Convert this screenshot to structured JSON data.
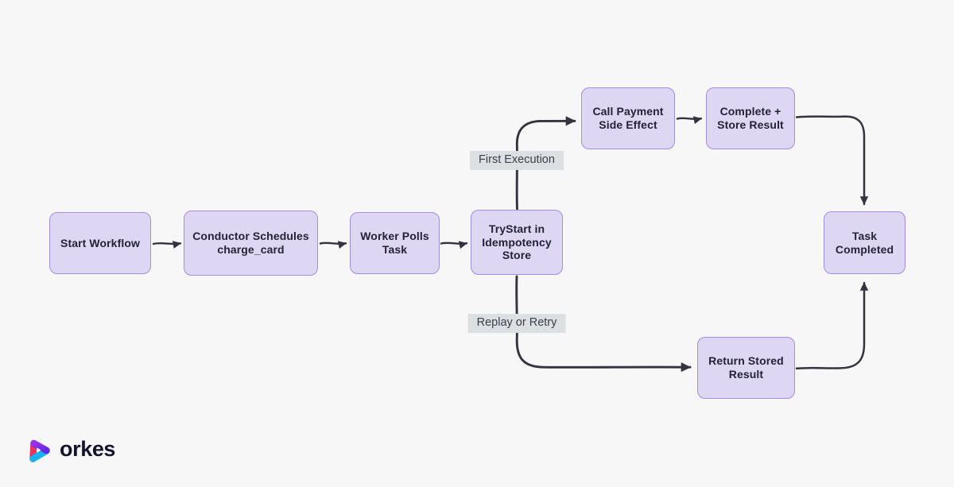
{
  "diagram": {
    "nodes": [
      {
        "id": "start-workflow",
        "label": "Start Workflow"
      },
      {
        "id": "conductor-schedules",
        "label": "Conductor Schedules\ncharge_card"
      },
      {
        "id": "worker-polls-task",
        "label": "Worker Polls\nTask"
      },
      {
        "id": "trystart-idempotency",
        "label": "TryStart in\nIdempotency\nStore"
      },
      {
        "id": "call-payment",
        "label": "Call Payment\nSide Effect"
      },
      {
        "id": "complete-store",
        "label": "Complete +\nStore Result"
      },
      {
        "id": "task-completed",
        "label": "Task\nCompleted"
      },
      {
        "id": "return-stored",
        "label": "Return Stored\nResult"
      }
    ],
    "edge_labels": [
      {
        "id": "first-execution",
        "label": "First Execution"
      },
      {
        "id": "replay-or-retry",
        "label": "Replay or Retry"
      }
    ],
    "colors": {
      "background": "#f7f7f8",
      "node_fill": "#ddd7f3",
      "node_border": "#a48ce1",
      "node_text": "#232338",
      "edge_stroke": "#34333f",
      "edge_label_bg": "#dce0e3",
      "edge_label_text": "#39404a"
    }
  },
  "branding": {
    "logo_text": "orkes",
    "logo_icon": "orkes-triangle-icon",
    "logo_colors": {
      "pink": "#e8345e",
      "purple": "#7a2be0",
      "cyan": "#18b3ef",
      "text": "#15142e"
    }
  }
}
